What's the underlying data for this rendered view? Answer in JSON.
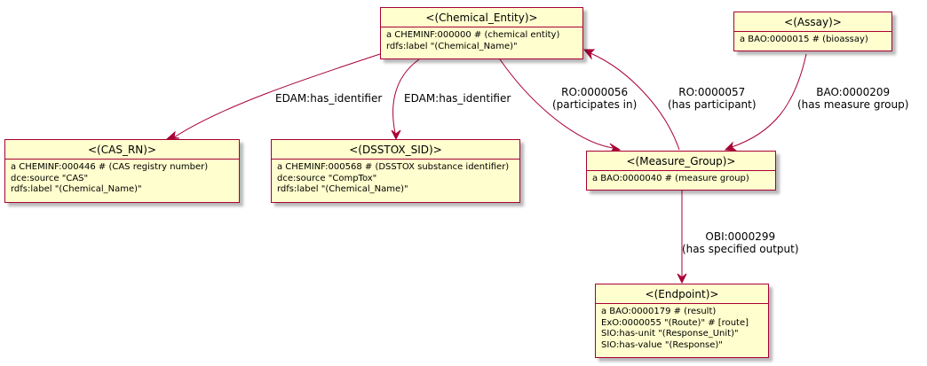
{
  "nodes": {
    "chemical_entity": {
      "title": "<(Chemical_Entity)>",
      "lines": [
        "a CHEMINF:000000 # (chemical entity)",
        "rdfs:label \"(Chemical_Name)\""
      ]
    },
    "assay": {
      "title": "<(Assay)>",
      "lines": [
        "a BAO:0000015 # (bioassay)"
      ]
    },
    "cas_rn": {
      "title": "<(CAS_RN)>",
      "lines": [
        "a CHEMINF:000446 # (CAS registry number)",
        "dce:source \"CAS\"",
        "rdfs:label \"(Chemical_Name)\""
      ]
    },
    "dsstox_sid": {
      "title": "<(DSSTOX_SID)>",
      "lines": [
        "a CHEMINF:000568 # (DSSTOX substance identifier)",
        "dce:source \"CompTox\"",
        "rdfs:label \"(Chemical_Name)\""
      ]
    },
    "measure_group": {
      "title": "<(Measure_Group)>",
      "lines": [
        "a BAO:0000040 # (measure group)"
      ]
    },
    "endpoint": {
      "title": "<(Endpoint)>",
      "lines": [
        "a BAO:0000179 # (result)",
        "ExO:0000055 \"(Route)\" # [route]",
        "SIO:has-unit \"(Response_Unit)\"",
        "SIO:has-value \"(Response)\""
      ]
    }
  },
  "edges": {
    "chem_to_cas": {
      "label": [
        "EDAM:has_identifier"
      ]
    },
    "chem_to_dsstox": {
      "label": [
        "EDAM:has_identifier"
      ]
    },
    "chem_to_measure": {
      "label": [
        "RO:0000056",
        "(participates in)"
      ]
    },
    "measure_to_chem": {
      "label": [
        "RO:0000057",
        "(has participant)"
      ]
    },
    "assay_to_measure": {
      "label": [
        "BAO:0000209",
        "(has measure group)"
      ]
    },
    "measure_to_endpoint": {
      "label": [
        "OBI:0000299",
        "(has specified output)"
      ]
    }
  }
}
